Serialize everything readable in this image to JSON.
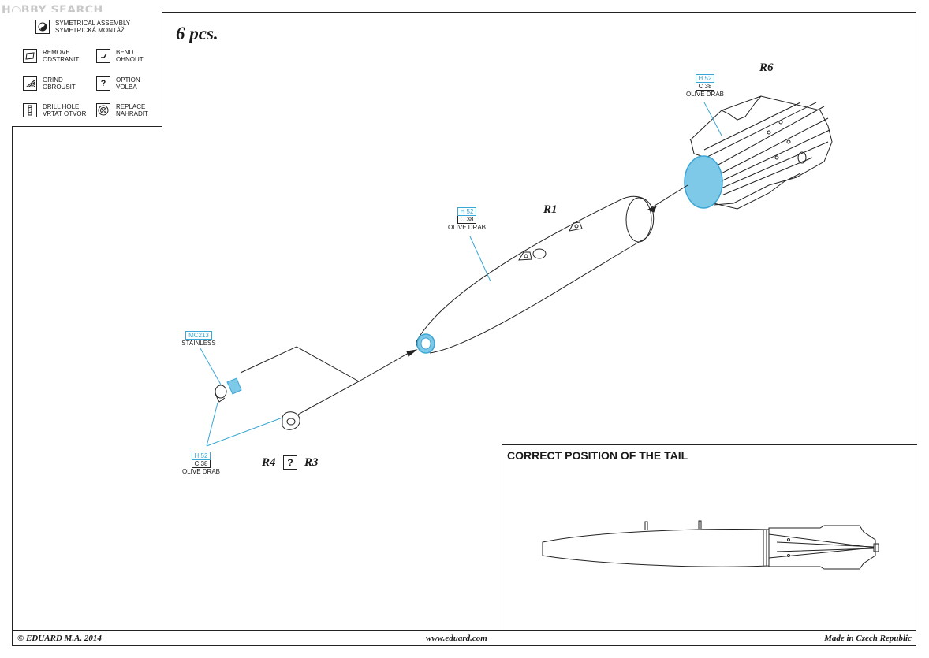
{
  "watermark": "H○BBY SEARCH",
  "legend": {
    "items": [
      {
        "icon": "symmetrical-assembly-icon",
        "label": "SYMETRICAL ASSEMBLY\nSYMETRICKÁ MONTÁŽ"
      },
      {
        "icon": "remove-icon",
        "label": "REMOVE\nODSTRANIT"
      },
      {
        "icon": "bend-icon",
        "label": "BEND\nOHNOUT"
      },
      {
        "icon": "grind-icon",
        "label": "GRIND\nOBROUSIT"
      },
      {
        "icon": "option-icon",
        "label": "OPTION\nVOLBA",
        "glyph": "?"
      },
      {
        "icon": "drill-hole-icon",
        "label": "DRILL HOLE\nVRTAT OTVOR"
      },
      {
        "icon": "replace-icon",
        "label": "REPLACE\nNAHRADIT"
      }
    ]
  },
  "quantity": "6 pcs.",
  "parts": {
    "r6": "R6",
    "r1": "R1",
    "r4": "R4",
    "r3": "R3",
    "option_glyph": "?"
  },
  "paints": {
    "tail": {
      "code1": "H 52",
      "code2": "C 38",
      "name": "OLIVE DRAB"
    },
    "body": {
      "code1": "H 52",
      "code2": "C 38",
      "name": "OLIVE DRAB"
    },
    "fuze": {
      "code1": "MC213",
      "name": "STAINLESS"
    },
    "small": {
      "code1": "H 52",
      "code2": "C 38",
      "name": "OLIVE DRAB"
    }
  },
  "inset": {
    "title": "CORRECT POSITION OF THE TAIL"
  },
  "footer": {
    "left": "© EDUARD  M.A. 2014",
    "center": "www.eduard.com",
    "right": "Made in Czech Republic"
  },
  "colors": {
    "accent_blue": "#3aa7d6",
    "part_fill": "#7ec8e8",
    "line": "#222222"
  }
}
